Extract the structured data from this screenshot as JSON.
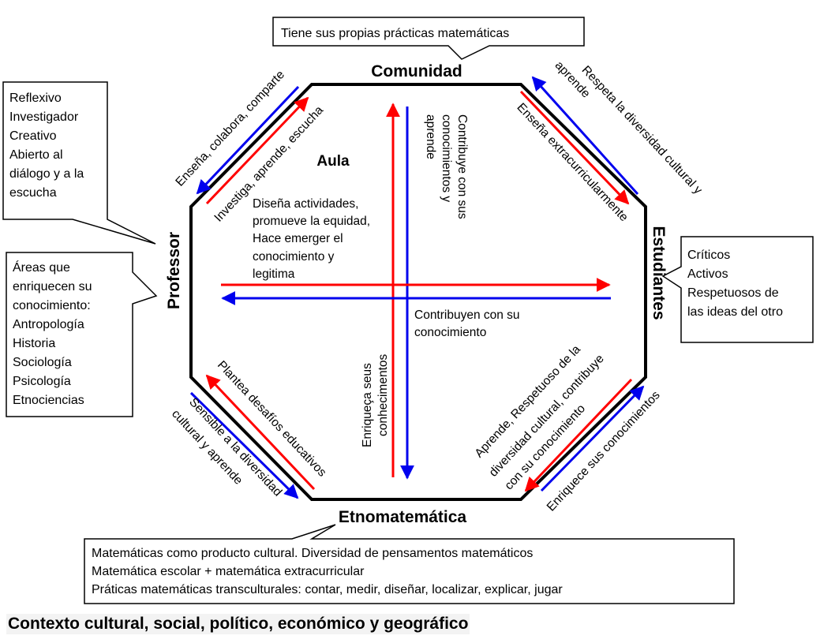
{
  "vertices": {
    "top": "Comunidad",
    "bottom": "Etnomatemática",
    "left": "Professor",
    "right": "Estudiantes",
    "center": "Aula"
  },
  "callouts": {
    "community": [
      "Tiene sus propias prácticas matemáticas"
    ],
    "teacher": [
      "Reflexivo",
      "Investigador",
      "Creativo",
      "Abierto al",
      "diálogo y a la",
      "escucha"
    ],
    "areas": [
      "Áreas que",
      "enriquecen su",
      "conocimiento:",
      "Antropología",
      "Historia",
      "Sociología",
      "Psicología",
      "Etnociencias"
    ],
    "students": [
      "Críticos",
      "Activos",
      "Respetuosos de",
      "las ideas del otro"
    ],
    "ethno": [
      "Matemáticas como producto cultural. Diversidad de pensamentos matemáticos",
      "Matemática escolar + matemática extracurricular",
      "Práticas matemáticas transculturales: contar, medir, diseñar, localizar, explicar, jugar"
    ]
  },
  "edge_labels": {
    "top_left_outer": "Enseña, colabora, comparte",
    "top_left_inner": "Investiga, aprende, escucha",
    "top_right_outer": [
      "Respeta la diversidad cultural y",
      "aprende"
    ],
    "top_right_inner": "Enseña extracurricularmente",
    "bottom_left_inner": "Plantea desafíos educativos",
    "bottom_left_outer": [
      "Sensible a la diversidad",
      "cultural y aprende"
    ],
    "bottom_right_inner": [
      "Aprende, Respetuoso de la",
      "diversidad cultural, contribuye",
      "con su conocimiento"
    ],
    "bottom_right_outer": "Enriquece sus conocimientos"
  },
  "center_text": {
    "teacher_actions": [
      "Diseña actividades,",
      "promueve la equidad,",
      "Hace emerger el",
      "conocimiento y",
      "legitima"
    ],
    "students_contrib": [
      "Contribuyen con su",
      "conocimiento"
    ],
    "community_contrib": [
      "Contribuye con sus",
      "conocimientos y",
      "aprende"
    ],
    "ethno_enrich": [
      "Enriqueça seus",
      "conhecimentos"
    ]
  },
  "footer": "Contexto cultural, social, político, económico y geográfico",
  "colors": {
    "red_arrow": "#ff0000",
    "blue_arrow": "#0000ee",
    "outline": "#000000"
  }
}
